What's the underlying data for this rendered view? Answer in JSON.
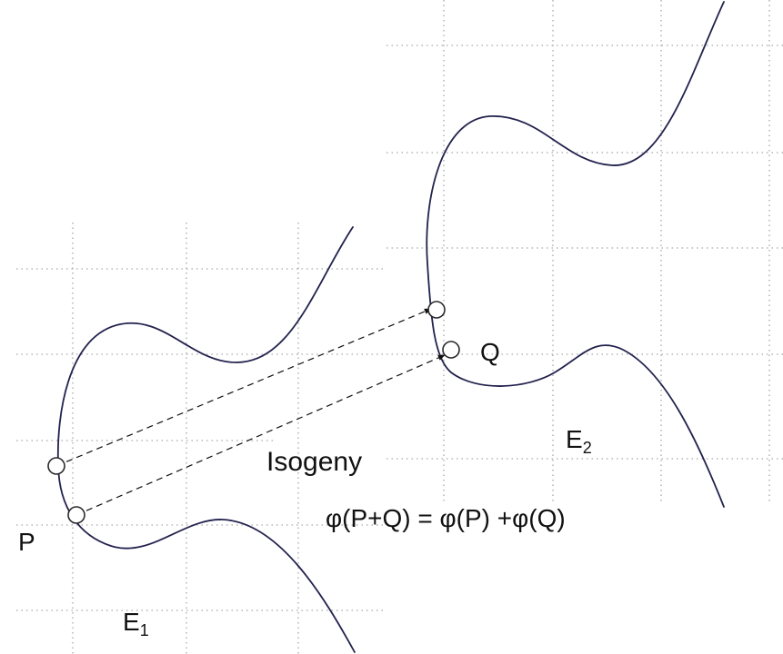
{
  "labels": {
    "point_p": "P",
    "point_q": "Q",
    "curve_e1_letter": "E",
    "curve_e1_subscript": "1",
    "curve_e2_letter": "E",
    "curve_e2_subscript": "2",
    "isogeny": "Isogeny",
    "formula": "φ(P+Q) = φ(P) +φ(Q)"
  },
  "colors": {
    "curve": "#22224e",
    "grid": "#a8a8a8",
    "text": "#111111"
  }
}
